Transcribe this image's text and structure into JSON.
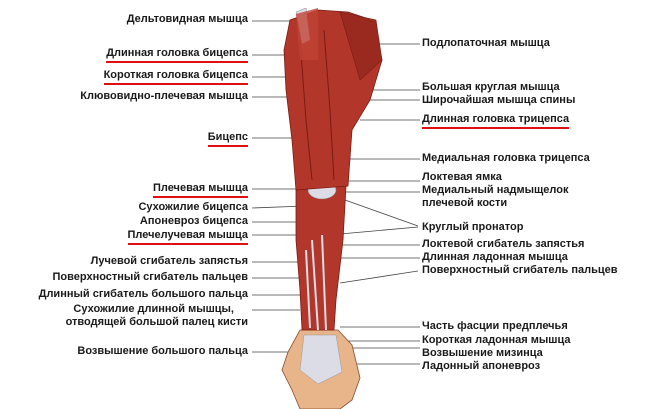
{
  "left_labels": [
    {
      "text": "Дельтовидная мышца",
      "highlighted": false
    },
    {
      "text": "Длинная головка бицепса",
      "highlighted": true
    },
    {
      "text": "Короткая головка бицепса",
      "highlighted": true
    },
    {
      "text": "Клювовидно-плечевая мышца",
      "highlighted": false
    },
    {
      "text": "Бицепс",
      "highlighted": true
    },
    {
      "text": "Плечевая мышца",
      "highlighted": true
    },
    {
      "text": "Сухожилие бицепса",
      "highlighted": false
    },
    {
      "text": "Апоневроз бицепса",
      "highlighted": false
    },
    {
      "text": "Плечелучевая мышца",
      "highlighted": true
    },
    {
      "text": "Лучевой сгибатель запястья",
      "highlighted": false
    },
    {
      "text": "Поверхностный сгибатель пальцев",
      "highlighted": false
    },
    {
      "text": "Длинный сгибатель большого пальца",
      "highlighted": false
    },
    {
      "text": "Сухожилие длинной мышцы,",
      "highlighted": false
    },
    {
      "text": "отводящей большой палец кисти",
      "highlighted": false
    },
    {
      "text": "Возвышение большого пальца",
      "highlighted": false
    }
  ],
  "right_labels": [
    {
      "text": "Подлопаточная мышца",
      "highlighted": false
    },
    {
      "text": "Большая круглая мышца",
      "highlighted": false
    },
    {
      "text": "Широчайшая мышца спины",
      "highlighted": false
    },
    {
      "text": "Длинная головка трицепса",
      "highlighted": true
    },
    {
      "text": "Медиальная головка трицепса",
      "highlighted": false
    },
    {
      "text": "Локтевая ямка",
      "highlighted": false
    },
    {
      "text": "Медиальный надмыщелок",
      "highlighted": false
    },
    {
      "text": "плечевой кости",
      "highlighted": false
    },
    {
      "text": "Круглый пронатор",
      "highlighted": false
    },
    {
      "text": "Локтевой сгибатель запястья",
      "highlighted": false
    },
    {
      "text": "Длинная ладонная мышца",
      "highlighted": false
    },
    {
      "text": "Поверхностный сгибатель пальцев",
      "highlighted": false
    },
    {
      "text": "Часть фасции предплечья",
      "highlighted": false
    },
    {
      "text": "Короткая ладонная мышца",
      "highlighted": false
    },
    {
      "text": "Возвышение мизинца",
      "highlighted": false
    },
    {
      "text": "Ладонный апоневроз",
      "highlighted": false
    }
  ],
  "colors": {
    "muscle": "#b3362a",
    "muscle_dark": "#7a1c14",
    "tendon": "#dcdce6",
    "skin": "#e8b48a",
    "highlight": "#e01010"
  }
}
